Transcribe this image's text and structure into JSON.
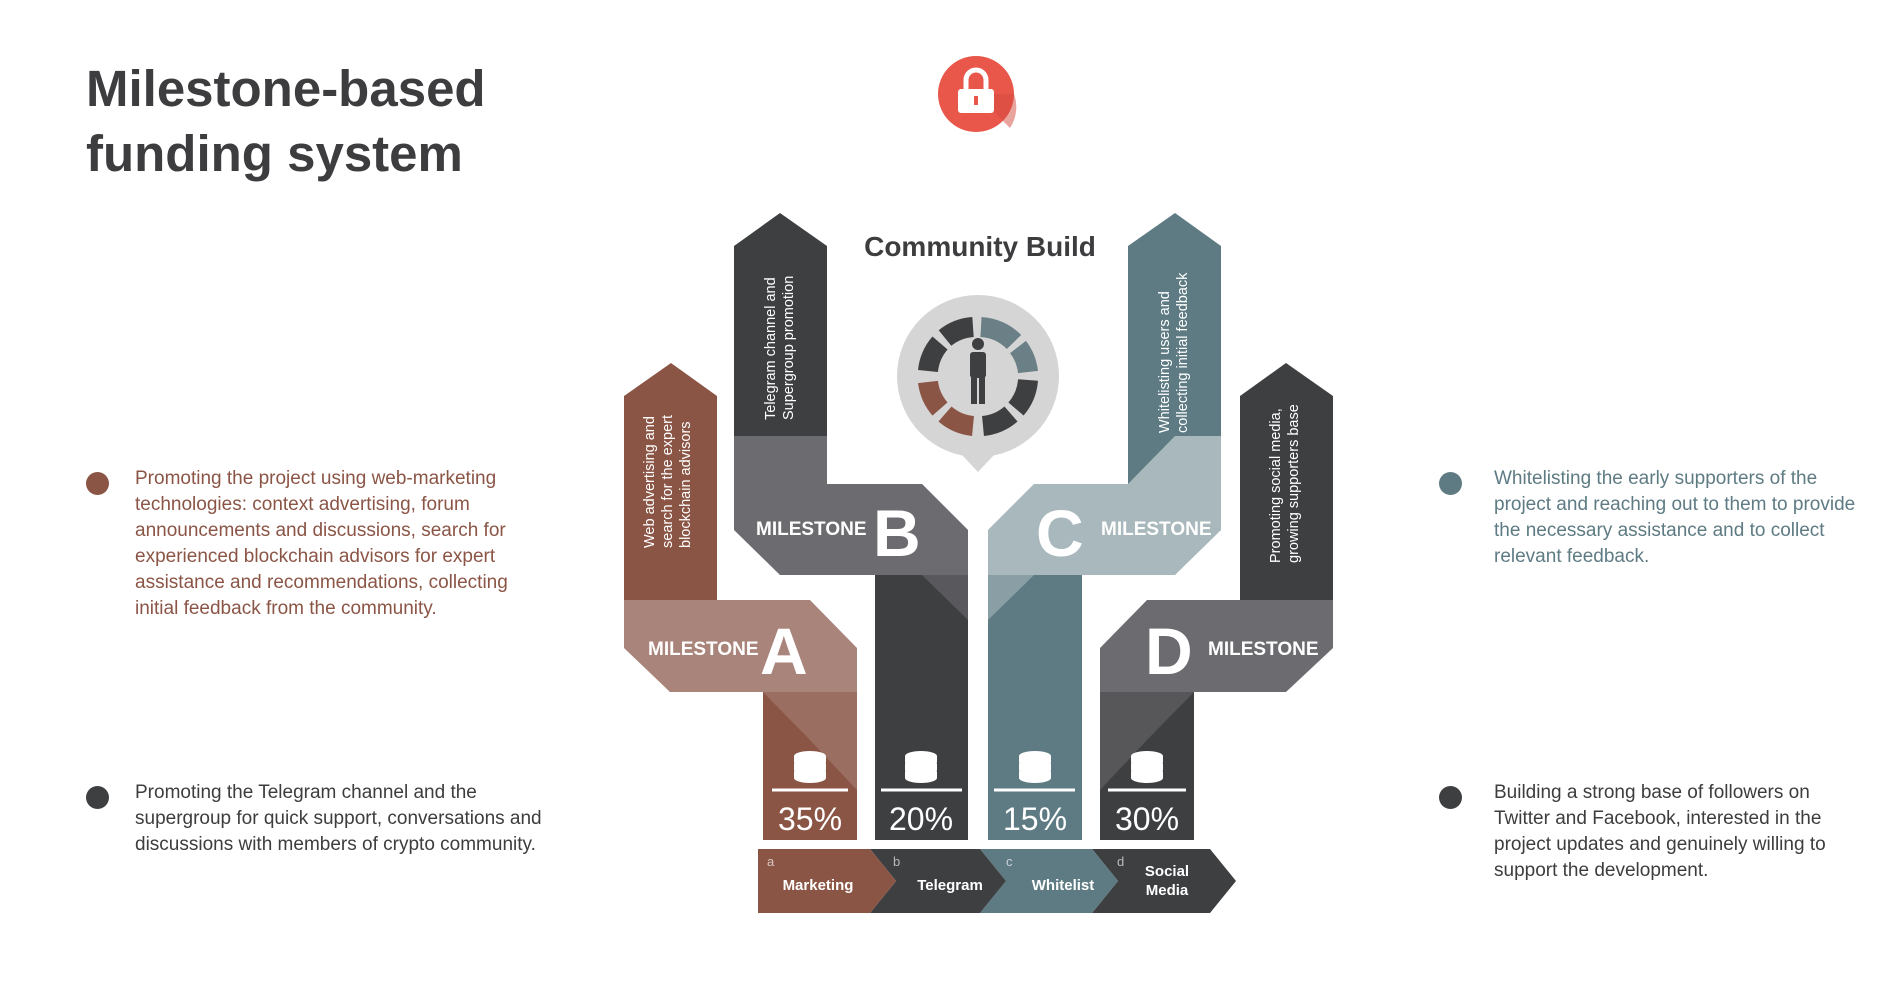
{
  "title": "Milestone-based funding system",
  "center_title": "Community Build",
  "colors": {
    "brown": "#8b5546",
    "brown_light": "#a9847a",
    "dark": "#3e3f41",
    "mid_gray": "#6c6b70",
    "teal": "#5e7b83",
    "teal_light": "#a9b8bc",
    "red": "#e8574a",
    "text_dark": "#3d3d3f"
  },
  "notes": {
    "a": "Promoting the project using web-marketing technologies: context advertising, forum announcements and discussions, search for experienced blockchain advisors for expert assistance and recommendations, collecting initial feedback from the community.",
    "b": "Promoting the Telegram channel and the supergroup for quick support, conversations and discussions with members of crypto community.",
    "c": "Whitelisting the early supporters of the project and reaching out to them to provide the necessary assistance and to collect relevant feedback.",
    "d": "Building a strong base of followers on Twitter and Facebook, interested in the project updates and genuinely willing to support the development."
  },
  "milestones": [
    {
      "word": "MILESTONE",
      "letter": "A",
      "desc1": "Web advertising and",
      "desc2": "search for the expert",
      "desc3": "blockchain advisors",
      "percent": "35%",
      "step_letter": "a",
      "step_label": "Marketing",
      "share": 35
    },
    {
      "word": "MILESTONE",
      "letter": "B",
      "desc1": "Telegram channel and",
      "desc2": "Supergroup promotion",
      "desc3": "",
      "percent": "20%",
      "step_letter": "b",
      "step_label": "Telegram",
      "share": 20
    },
    {
      "word": "MILESTONE",
      "letter": "C",
      "desc1": "Whitelisting users and",
      "desc2": "collecting initial feedback",
      "desc3": "",
      "percent": "15%",
      "step_letter": "c",
      "step_label": "Whitelist",
      "share": 15
    },
    {
      "word": "MILESTONE",
      "letter": "D",
      "desc1": "Promoting social media,",
      "desc2": "growing supporters base",
      "desc3": "",
      "percent": "30%",
      "step_letter": "d",
      "step_label_1": "Social",
      "step_label_2": "Media",
      "share": 30
    }
  ],
  "icons": {
    "top": "padlock-icon",
    "center": "person-icon",
    "coin": "coin-stack-icon"
  }
}
